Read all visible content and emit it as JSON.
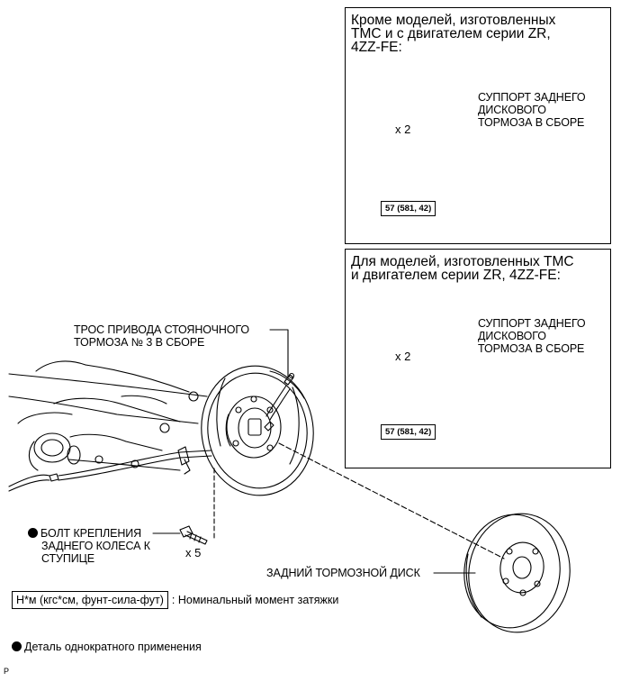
{
  "box_top": {
    "title_lines": [
      "Кроме моделей, изготовленных",
      "TMC и с двигателем серии ZR,",
      "4ZZ-FE:"
    ],
    "caliper_label_lines": [
      "СУППОРТ ЗАДНЕГО",
      "ДИСКОВОГО",
      "ТОРМОЗА В СБОРЕ"
    ],
    "bolt_count": "x 2",
    "torque": "57 (581, 42)"
  },
  "box_bottom": {
    "title_lines": [
      "Для моделей, изготовленных TMC",
      "и двигателем серии ZR, 4ZZ-FE:"
    ],
    "caliper_label_lines": [
      "СУППОРТ ЗАДНЕГО",
      "ДИСКОВОГО",
      "ТОРМОЗА В СБОРЕ"
    ],
    "bolt_count": "x 2",
    "torque": "57 (581, 42)"
  },
  "labels": {
    "cable_lines": [
      "ТРОС ПРИВОДА СТОЯНОЧНОГО",
      "ТОРМОЗА № 3 В СБОРЕ"
    ],
    "hub_bolt_lines": [
      "БОЛТ КРЕПЛЕНИЯ",
      "ЗАДНЕГО КОЛЕСА К",
      "СТУПИЦЕ"
    ],
    "hub_bolt_count": "x 5",
    "disc": "ЗАДНИЙ ТОРМОЗНОЙ ДИСК"
  },
  "legend": {
    "torque_unit": "Н*м (кгс*см, фунт-сила-фут)",
    "torque_desc": ": Номинальный момент затяжки",
    "single_use": "Деталь однократного применения"
  },
  "corner_mark": "P"
}
